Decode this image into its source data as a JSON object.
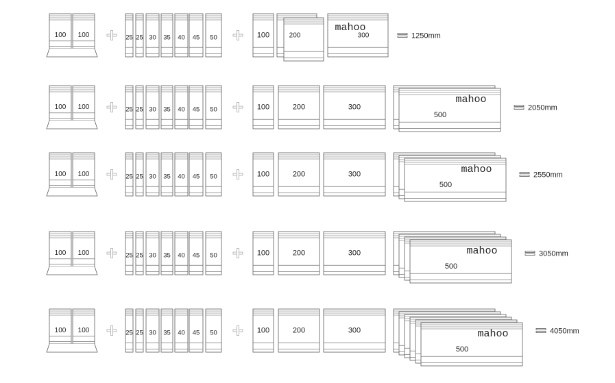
{
  "brand": "mahoo",
  "colors": {
    "stroke": "#5a5a5a",
    "text": "#222222",
    "plus": "#aaaaaa"
  },
  "rows": [
    {
      "total": "1250mm",
      "end_pieces": [
        "100",
        "100"
      ],
      "sections": [
        "25",
        "25",
        "30",
        "35",
        "40",
        "45",
        "50"
      ],
      "panels": [
        "100",
        "200",
        "300"
      ],
      "stack": null
    },
    {
      "total": "2050mm",
      "end_pieces": [
        "100",
        "100"
      ],
      "sections": [
        "25",
        "25",
        "30",
        "35",
        "40",
        "45",
        "50"
      ],
      "panels": [
        "100",
        "200",
        "300"
      ],
      "stack": {
        "label": "500",
        "count": 2
      }
    },
    {
      "total": "2550mm",
      "end_pieces": [
        "100",
        "100"
      ],
      "sections": [
        "25",
        "25",
        "30",
        "35",
        "40",
        "45",
        "50"
      ],
      "panels": [
        "100",
        "200",
        "300"
      ],
      "stack": {
        "label": "500",
        "count": 3
      }
    },
    {
      "total": "3050mm",
      "end_pieces": [
        "100",
        "100"
      ],
      "sections": [
        "25",
        "25",
        "30",
        "35",
        "40",
        "45",
        "50"
      ],
      "panels": [
        "100",
        "200",
        "300"
      ],
      "stack": {
        "label": "500",
        "count": 4
      }
    },
    {
      "total": "4050mm",
      "end_pieces": [
        "100",
        "100"
      ],
      "sections": [
        "25",
        "25",
        "30",
        "35",
        "40",
        "45",
        "50"
      ],
      "panels": [
        "100",
        "200",
        "300"
      ],
      "stack": {
        "label": "500",
        "count": 6
      }
    }
  ]
}
